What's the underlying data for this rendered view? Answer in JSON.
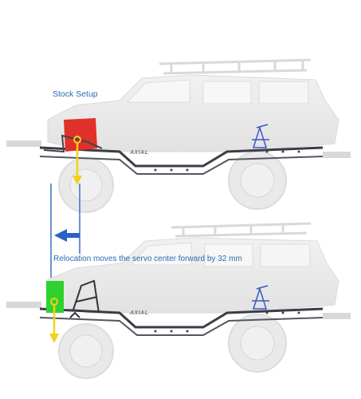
{
  "captions": {
    "stock": "Stock Setup",
    "relocation": "Relocation moves the servo center forward by 32 mm"
  },
  "logos": {
    "top": "AXIAL",
    "bottom": "AXIAL"
  },
  "colors": {
    "caption_blue": "#2a6ab3",
    "stock_servo_red": "#e0302a",
    "relocated_servo_green": "#2fd12f",
    "center_marker_yellow": "#f2d21b",
    "guide_line_blue": "#3a6fc4",
    "direction_arrow_blue": "#2a62c8",
    "chassis_rail_dark": "#3c3c44",
    "body_ghost_grey": "#e6e6e6",
    "steering_link_blue": "#3a58c8"
  },
  "icons": {
    "direction_arrow": "arrow-left-icon"
  }
}
